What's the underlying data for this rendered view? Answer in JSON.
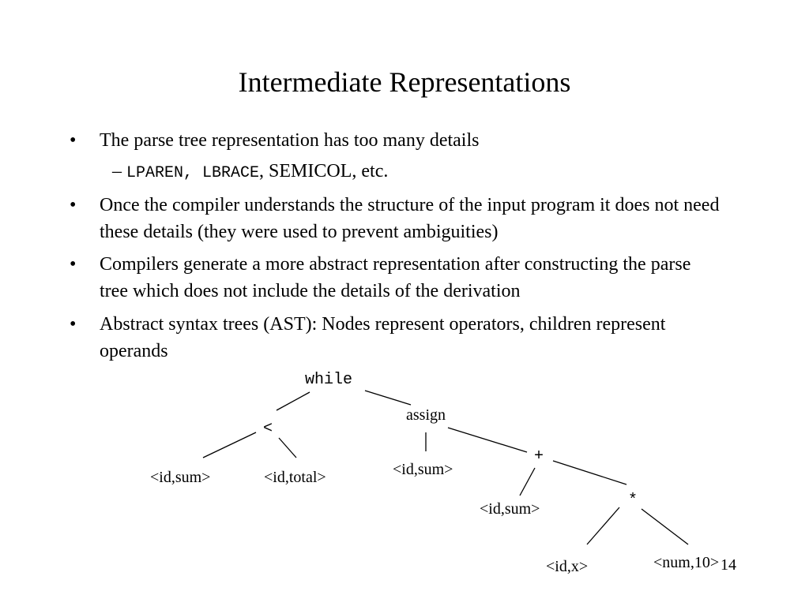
{
  "slide": {
    "title": "Intermediate Representations",
    "bullets": [
      {
        "marker": "•",
        "text": "The parse tree representation has too many details"
      },
      {
        "marker": "•",
        "text": "Once the compiler understands the structure of the input program it does not need these details (they were used to prevent ambiguities)"
      },
      {
        "marker": "•",
        "text": "Compilers generate a more abstract representation after constructing the parse tree which does not include the details of the derivation"
      },
      {
        "marker": "•",
        "text": "Abstract syntax trees (AST): Nodes represent operators, children represent operands"
      }
    ],
    "sub_bullet": {
      "dash": "–",
      "code": "LPAREN, LBRACE",
      "rest": ", SEMICOL, etc."
    },
    "tree": {
      "while": "while",
      "lt": "<",
      "id_sum_1": "<id,sum>",
      "id_total": "<id,total>",
      "assign": "assign",
      "id_sum_2": "<id,sum>",
      "plus": "+",
      "id_sum_3": "<id,sum>",
      "times": "*",
      "id_x": "<id,x>",
      "num_10": "<num,10>"
    },
    "page_number": "14"
  }
}
